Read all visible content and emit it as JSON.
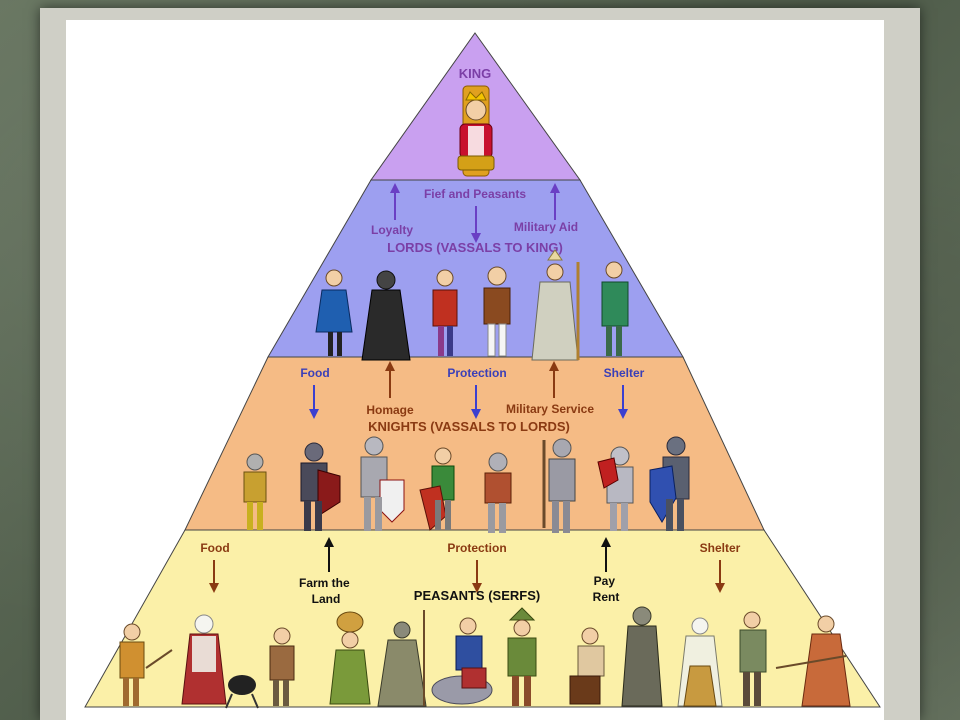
{
  "tiers": {
    "king": {
      "title": "KING",
      "color": "#c9a0f0"
    },
    "lords": {
      "title": "LORDS (VASSALS TO KING)",
      "down_label": "Fief and Peasants",
      "up_left_label": "Loyalty",
      "up_right_label": "Military Aid",
      "color": "#9d9ff0"
    },
    "knights": {
      "title": "KNIGHTS (VASSALS TO LORDS)",
      "down_labels": [
        "Food",
        "Protection",
        "Shelter"
      ],
      "up_left_label": "Homage",
      "up_right_label": "Military Service",
      "color": "#f5bb85"
    },
    "peasants": {
      "title": "PEASANTS (SERFS)",
      "down_labels": [
        "Food",
        "Protection",
        "Shelter"
      ],
      "up_left_label": "Farm the\nLand",
      "up_right_label": "Pay\nRent",
      "color": "#fbf0a8"
    }
  },
  "colors": {
    "background": "#5f6d59",
    "arrow_purple": "#6a3fc4",
    "arrow_blue": "#3b3fd0",
    "arrow_brown": "#8a3a12",
    "arrow_black": "#111111"
  },
  "figures": {
    "king": "king-icon",
    "lords": [
      "lord-icon",
      "monk-icon",
      "noble-icon",
      "merchant-icon",
      "bishop-icon",
      "noble-icon"
    ],
    "knights": [
      "knight-icon",
      "knight-icon",
      "knight-icon",
      "knight-icon",
      "knight-icon",
      "knight-icon",
      "knight-icon",
      "knight-icon"
    ],
    "peasants": [
      "serf-icon",
      "serf-icon",
      "serf-icon",
      "serf-icon",
      "serf-icon",
      "serf-icon",
      "serf-icon",
      "serf-icon",
      "serf-icon",
      "serf-icon",
      "serf-icon",
      "serf-icon"
    ]
  }
}
